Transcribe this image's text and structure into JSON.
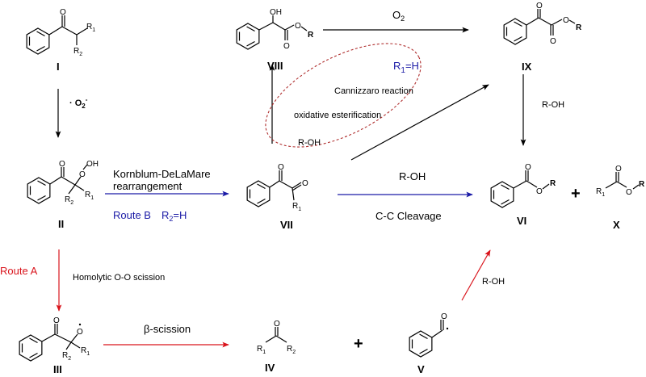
{
  "title": "Reaction pathways for oxidative esterification of aryl ketones",
  "colors": {
    "black": "#000000",
    "route_a": "#d9141c",
    "route_b": "#1a1aa6",
    "ellipse": "#b03030"
  },
  "compounds": {
    "I": {
      "label": "I",
      "atoms": {
        "o": "O",
        "r1": "R",
        "r1_sub": "1",
        "r2": "R",
        "r2_sub": "2"
      }
    },
    "II": {
      "label": "II",
      "atoms": {
        "o": "O",
        "oo": "O",
        "oh": "OH",
        "r1": "R",
        "r1_sub": "1",
        "r2": "R",
        "r2_sub": "2"
      }
    },
    "III": {
      "label": "III",
      "atoms": {
        "o": "O",
        "orad": "O",
        "r1": "R",
        "r1_sub": "1",
        "r2": "R",
        "r2_sub": "2"
      }
    },
    "IV": {
      "label": "IV",
      "atoms": {
        "o": "O",
        "r1": "R",
        "r1_sub": "1",
        "r2": "R",
        "r2_sub": "2"
      }
    },
    "V": {
      "label": "V",
      "atoms": {
        "o": "O"
      }
    },
    "VI": {
      "label": "VI",
      "atoms": {
        "o": "O",
        "o2": "O",
        "r": "R"
      }
    },
    "VII": {
      "label": "VII",
      "atoms": {
        "o": "O",
        "o2": "O",
        "r1": "R",
        "r1_sub": "1"
      }
    },
    "VIII": {
      "label": "VIII",
      "atoms": {
        "oh": "OH",
        "o": "O",
        "o2": "O",
        "r": "R"
      }
    },
    "IX": {
      "label": "IX",
      "atoms": {
        "o": "O",
        "o2": "O",
        "o3": "O",
        "r": "R"
      }
    },
    "X": {
      "label": "X",
      "atoms": {
        "o": "O",
        "o2": "O",
        "r": "R",
        "r1": "R",
        "r1_sub": "1"
      }
    }
  },
  "conditions": {
    "superoxide": "· O",
    "superoxide_sub": "2",
    "superoxide_sup": "-",
    "kornblum_line1": "Kornblum-DeLaMare",
    "kornblum_line2": "rearrangement",
    "route_b": "Route B",
    "route_b_cond_r": "R",
    "route_b_cond_sub": "2",
    "route_b_cond_eq": "=H",
    "route_a": "Route A",
    "homolytic": "Homolytic O-O scission",
    "beta_scission": "β-scission",
    "o2": "O",
    "o2_sub": "2",
    "r1h_r": "R",
    "r1h_sub": "1",
    "r1h_eq": "=H",
    "cannizzaro": "Cannizzaro reaction",
    "oxidative_esterification": "oxidative esterification",
    "roh_ellipse": "R-OH",
    "roh_ix_vi": "R-OH",
    "roh_vii_vi": "R-OH",
    "cc_cleavage": "C-C Cleavage",
    "roh_v_vi": "R-OH"
  },
  "plus_signs": [
    "+",
    "+"
  ]
}
